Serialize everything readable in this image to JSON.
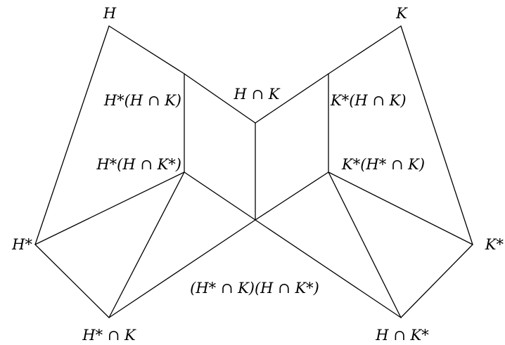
{
  "nodes": {
    "H": "H",
    "K": "K",
    "H_star": "H*",
    "K_star": "K*",
    "H_star_cap_K": "H* ∩ K",
    "H_cap_K_star": "H ∩ K*",
    "H_cap_K": "H ∩ K",
    "H_star_of_H_cap_K": "H*(H ∩ K)",
    "K_star_of_H_cap_K": "K*(H ∩ K)",
    "H_star_of_H_cap_K_star": "H*(H ∩ K*)",
    "K_star_of_H_star_cap_K": "K*(H* ∩ K)",
    "product": "(H* ∩ K)(H ∩ K*)"
  },
  "colors": {
    "line": "#000000",
    "background": "#ffffff"
  }
}
